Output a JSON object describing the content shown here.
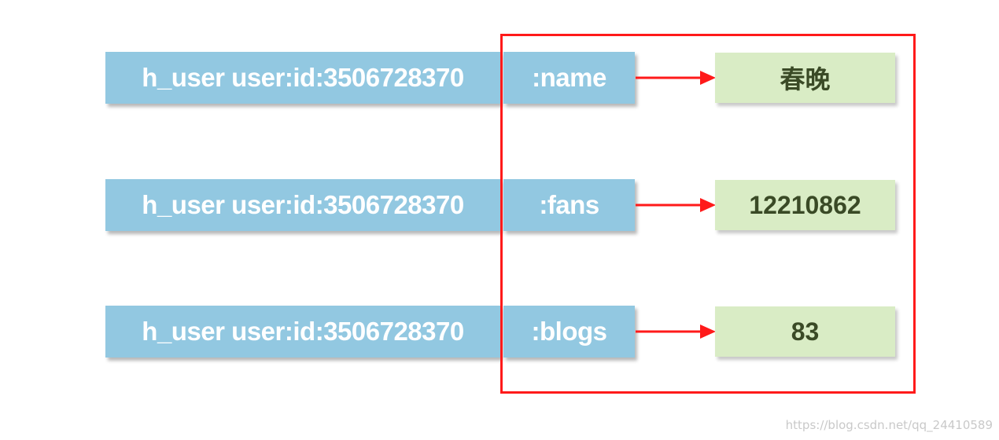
{
  "rows": [
    {
      "key": "h_user user:id:3506728370",
      "field": ":name",
      "value": "春晚"
    },
    {
      "key": "h_user user:id:3506728370",
      "field": ":fans",
      "value": "12210862"
    },
    {
      "key": "h_user user:id:3506728370",
      "field": ":blogs",
      "value": "83"
    }
  ],
  "watermark": "https://blog.csdn.net/qq_24410589",
  "colors": {
    "key_box": "#92c8e1",
    "value_box": "#d9ecc5",
    "value_text": "#3a4a26",
    "highlight": "#ff1a1a",
    "arrow": "#ff1a1a"
  }
}
